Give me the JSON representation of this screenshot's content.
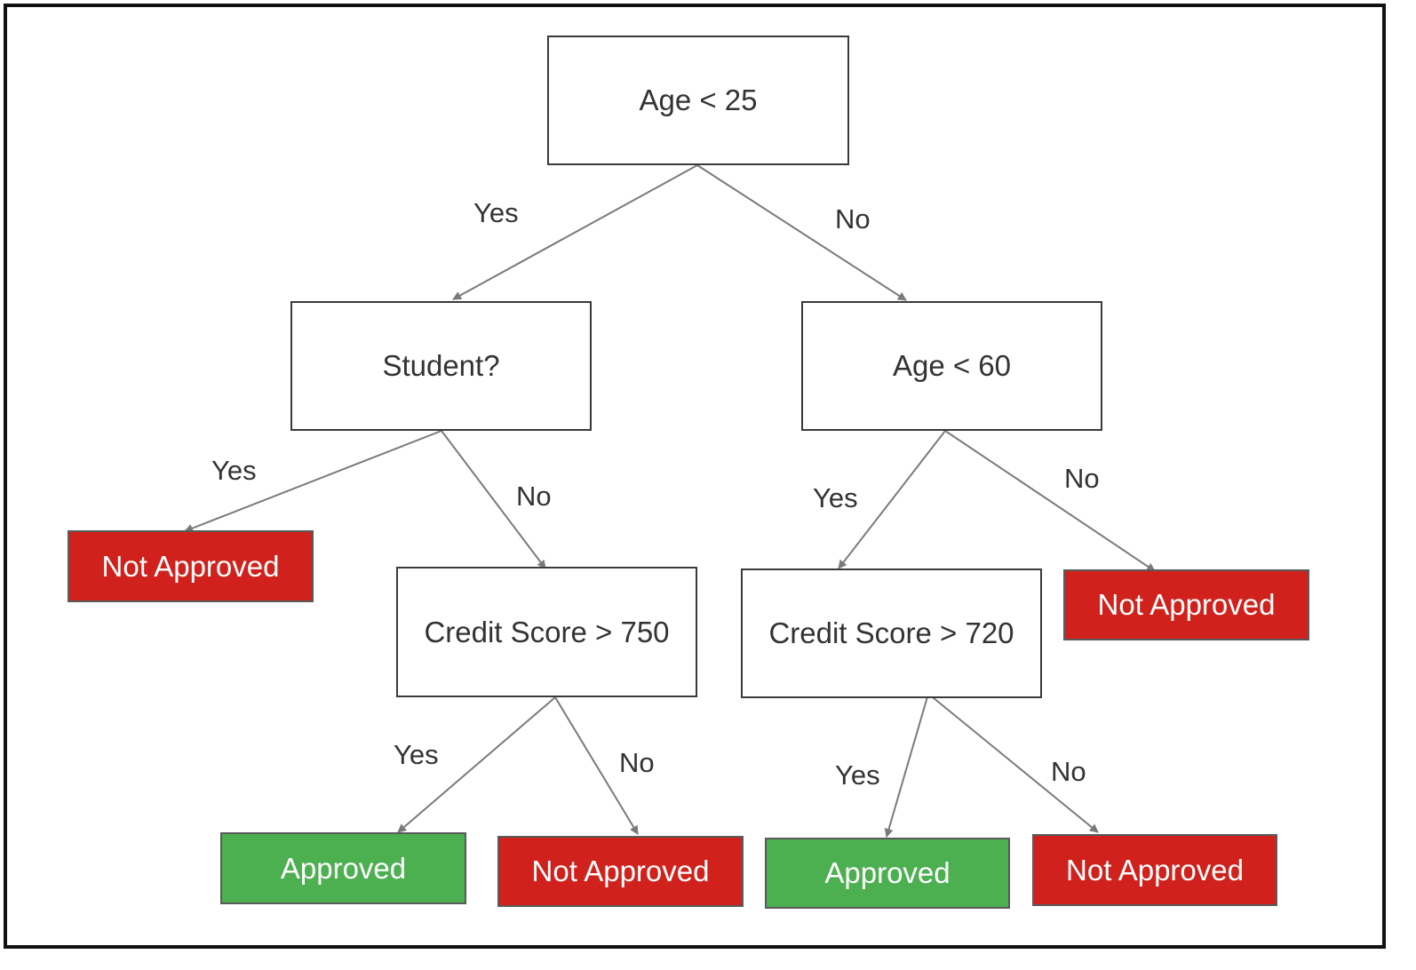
{
  "colors": {
    "not_approved": "#d0211c",
    "approved": "#4caf50",
    "edge": "#7a7a7a",
    "text": "#333333"
  },
  "nodes": {
    "root": "Age < 25",
    "student": "Student?",
    "age60": "Age < 60",
    "leaf_student_yes": "Not Approved",
    "credit750": "Credit Score > 750",
    "credit720": "Credit Score > 720",
    "leaf_age60_no": "Not Approved",
    "leaf_750_yes": "Approved",
    "leaf_750_no": "Not Approved",
    "leaf_720_yes": "Approved",
    "leaf_720_no": "Not Approved"
  },
  "edge_labels": {
    "root_yes": "Yes",
    "root_no": "No",
    "student_yes": "Yes",
    "student_no": "No",
    "age60_yes": "Yes",
    "age60_no": "No",
    "c750_yes": "Yes",
    "c750_no": "No",
    "c720_yes": "Yes",
    "c720_no": "No"
  }
}
